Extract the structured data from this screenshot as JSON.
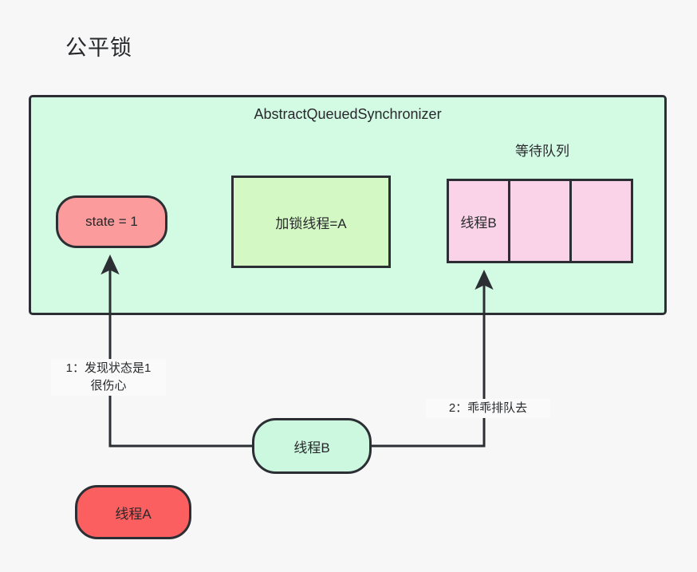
{
  "page": {
    "title": "公平锁",
    "background_color": "#f7f7f8"
  },
  "aqs": {
    "title": "AbstractQueuedSynchronizer",
    "fill_color": "#d3fbe4",
    "border_color": "#2b2f33",
    "state_node": {
      "label": "state = 1",
      "fill_color": "#fb9b9b"
    },
    "lock_thread_box": {
      "label": "加锁线程=A",
      "fill_color": "#d4f8c4"
    },
    "queue": {
      "heading": "等待队列",
      "cell_fill_color": "#fbd3e8",
      "cells": [
        {
          "label": "线程B"
        },
        {
          "label": ""
        },
        {
          "label": ""
        }
      ]
    }
  },
  "actors": {
    "thread_b": {
      "label": "线程B",
      "fill_color": "#cdf8e0"
    },
    "thread_a": {
      "label": "线程A",
      "fill_color": "#fb5f5f"
    }
  },
  "edges": [
    {
      "id": "edge-1",
      "label": "1：发现状态是1\n很伤心",
      "from": "thread_b",
      "to": "state_node"
    },
    {
      "id": "edge-2",
      "label": "2：乖乖排队去",
      "from": "thread_b",
      "to": "queue_cell_1"
    }
  ]
}
